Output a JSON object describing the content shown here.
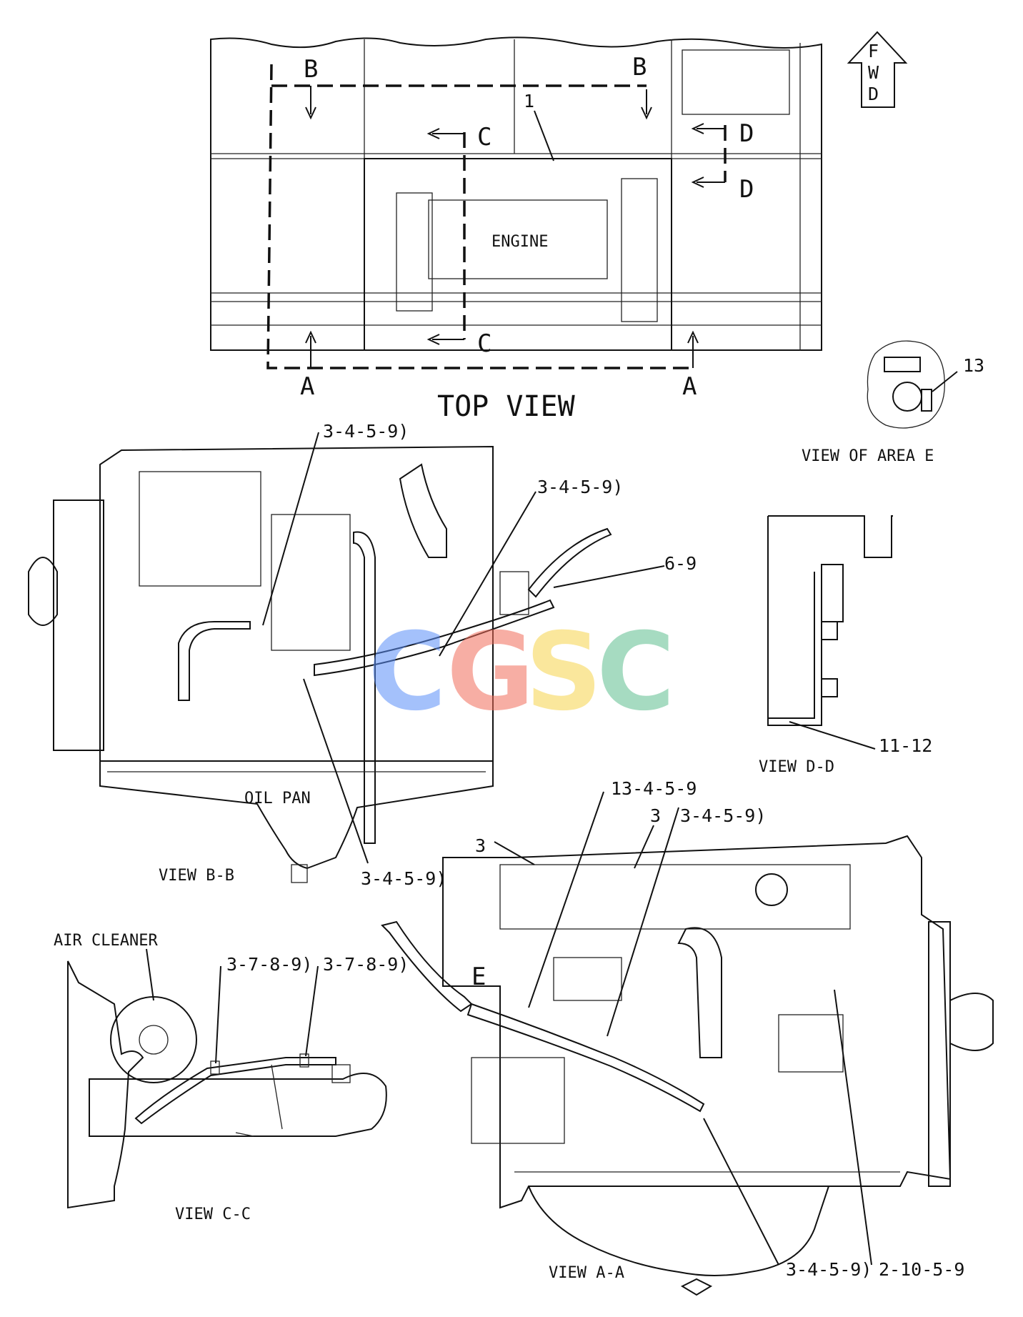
{
  "top_view": {
    "title": "TOP VIEW",
    "engine_label": "ENGINE",
    "section_letters": {
      "b_left": "B",
      "b_right": "B",
      "c_top": "C",
      "c_bottom": "C",
      "d_top": "D",
      "d_bottom": "D",
      "a_left": "A",
      "a_right": "A"
    },
    "callout_1": "1",
    "fwd": [
      "F",
      "W",
      "D"
    ]
  },
  "view_area_e": {
    "title": "VIEW OF AREA E",
    "callout": "13"
  },
  "view_bb": {
    "title": "VIEW B-B",
    "oil_pan": "OIL PAN",
    "callouts": [
      "3-4-5-9)",
      "3-4-5-9)",
      "6-9",
      "3-4-5-9)"
    ]
  },
  "view_dd": {
    "title": "VIEW D-D",
    "callout": "11-12"
  },
  "view_cc": {
    "title": "VIEW C-C",
    "air_cleaner": "AIR CLEANER",
    "callouts": [
      "3-7-8-9)",
      "3-7-8-9)"
    ]
  },
  "view_aa": {
    "title": "VIEW A-A",
    "area_letter": "E",
    "callouts": [
      "13-4-5-9",
      "3",
      "3-4-5-9)",
      "3",
      "3-4-5-9)",
      "2-10-5-9"
    ]
  },
  "watermark": {
    "letters": [
      "C",
      "G",
      "S",
      "C"
    ],
    "colors": [
      "#5b8ff9",
      "#f26c5a",
      "#f6d44c",
      "#5fbf8f"
    ]
  }
}
